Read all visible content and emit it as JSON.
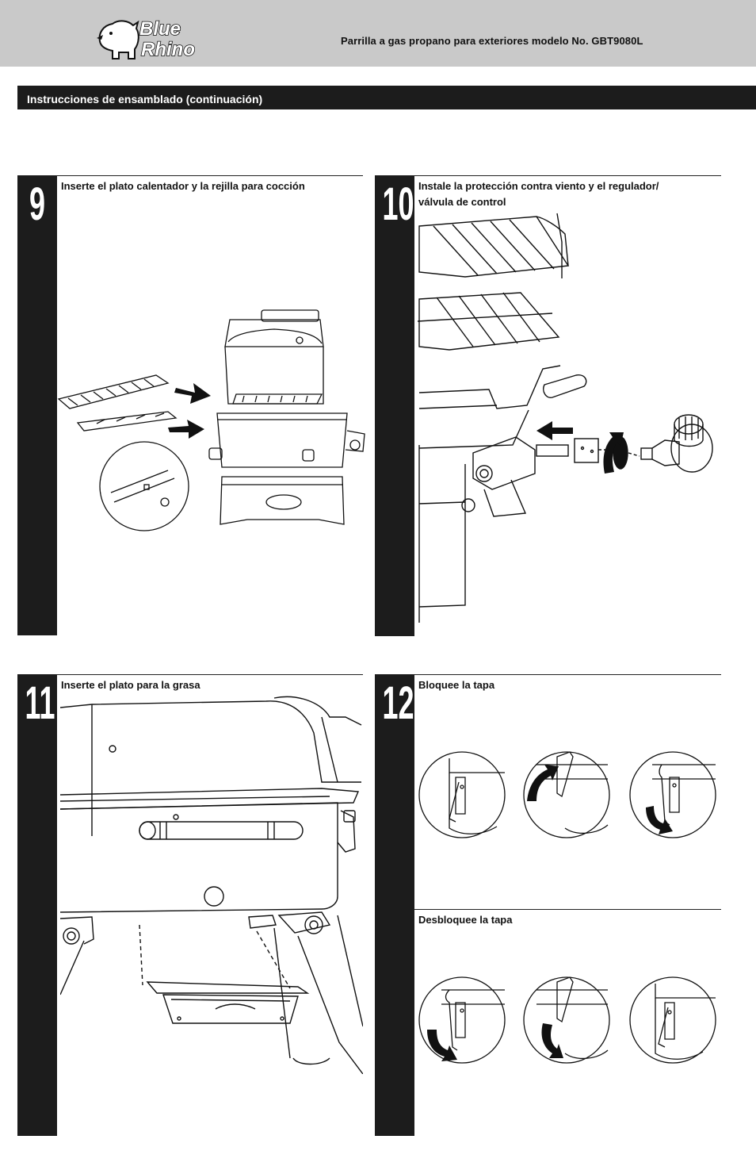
{
  "header": {
    "brand_line1": "Blue",
    "brand_line2": "Rhino",
    "title": "Parrilla a gas propano para exteriores modelo No. GBT9080L"
  },
  "section": {
    "title": "Instrucciones de ensamblado (continuación)"
  },
  "steps": [
    {
      "number": "9",
      "title": "Inserte el plato calentador y la rejilla para cocción"
    },
    {
      "number": "10",
      "title_line1": "Instale la protección contra viento y el regulador/",
      "title_line2": "válvula de control"
    },
    {
      "number": "11",
      "title": "Inserte el plato para la grasa"
    },
    {
      "number": "12",
      "lock_title": "Bloquee la tapa",
      "unlock_title": "Desbloquee la tapa"
    }
  ],
  "colors": {
    "header_bg": "#c9c9c9",
    "bar_bg": "#1c1c1c",
    "text_on_bar": "#ffffff"
  }
}
